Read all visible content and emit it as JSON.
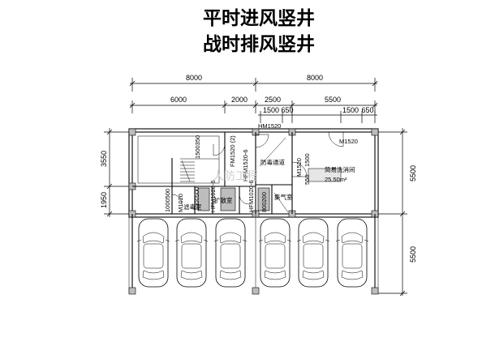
{
  "titles": {
    "line1": "平时进风竖井",
    "line2": "战时排风竖井"
  },
  "dimensions": {
    "top_total_left": "8000",
    "top_total_right": "8000",
    "top_6000": "6000",
    "top_2000": "2000",
    "top_2500": "2500",
    "top_5500": "5500",
    "top_1500_a": "1500",
    "top_650_a": "650",
    "top_1500_b": "1500",
    "top_650_b": "650",
    "left_3550": "3550",
    "left_1950": "1950",
    "right_5500_upper": "5500",
    "right_5500_lower": "5500"
  },
  "labels": {
    "hm1520": "HM1520",
    "m1520_right": "M1520",
    "fm1520_1": "FM1520 (2)",
    "fm1520_6": "HFM1520-6",
    "m1520_mid": "M1520",
    "room_decon_corridor": "防毒通道",
    "room_wash": "简易洗消间",
    "room_area": "25.50m²",
    "v1500_350": "1500350",
    "v1000_500_a": "1000500",
    "v1000_500_b": "1000500",
    "v1500_550": "1500",
    "v550": "550",
    "m1020": "M1020",
    "hfm1020_6": "HFM1020-6",
    "hm1020": "HFM1020-6",
    "v800_200": "800200",
    "room_small_a": "滤毒室",
    "room_small_b": "扩散室",
    "room_small_c": "集气室",
    "watermark": "人防工程"
  },
  "parking": {
    "count": 6
  }
}
